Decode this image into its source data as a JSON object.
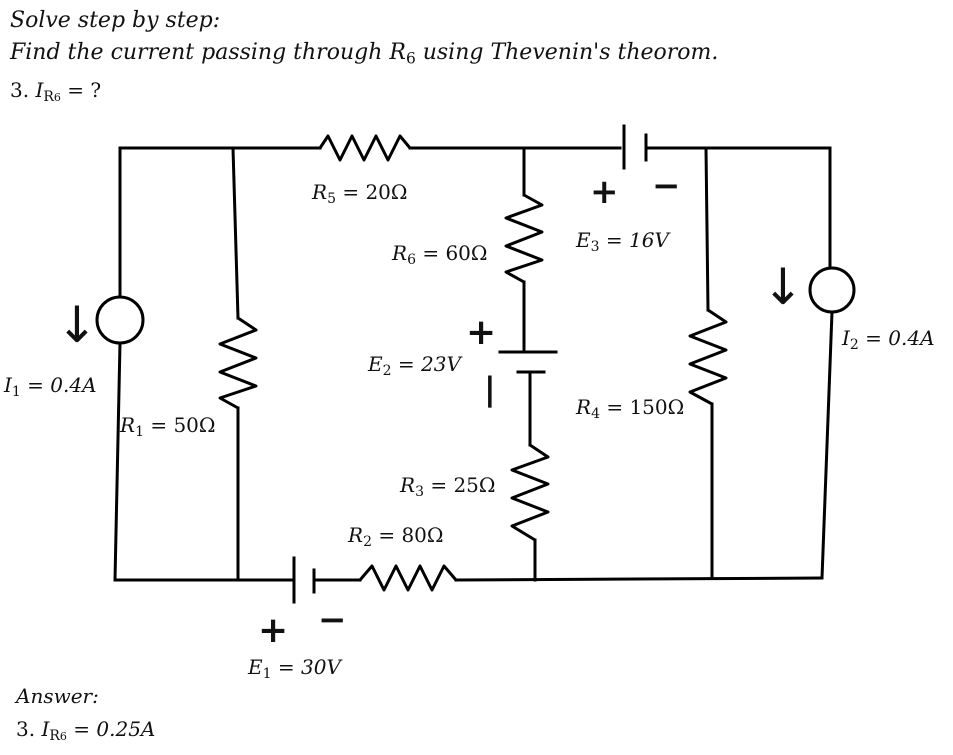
{
  "problem": {
    "instruction": "Solve step by step:",
    "statement_prefix": "Find the current passing through R",
    "statement_sub": "6",
    "statement_suffix": " using Thevenin's theorom.",
    "question_number": "3.",
    "question_var": "I",
    "question_sub_r": "R",
    "question_sub_n": "6",
    "question_rest": " = ?"
  },
  "components": {
    "R1": {
      "sym": "R",
      "sub": "1",
      "eq": " = 50Ω"
    },
    "R2": {
      "sym": "R",
      "sub": "2",
      "eq": " = 80Ω"
    },
    "R3": {
      "sym": "R",
      "sub": "3",
      "eq": " = 25Ω"
    },
    "R4": {
      "sym": "R",
      "sub": "4",
      "eq": " = 150Ω"
    },
    "R5": {
      "sym": "R",
      "sub": "5",
      "eq": " = 20Ω"
    },
    "R6": {
      "sym": "R",
      "sub": "6",
      "eq": " = 60Ω"
    },
    "E1": {
      "sym": "E",
      "sub": "1",
      "eq": " = 30V"
    },
    "E2": {
      "sym": "E",
      "sub": "2",
      "eq": " = 23V"
    },
    "E3": {
      "sym": "E",
      "sub": "3",
      "eq": " = 16V"
    },
    "I1": {
      "sym": "I",
      "sub": "1",
      "eq": " = 0.4A"
    },
    "I2": {
      "sym": "I",
      "sub": "2",
      "eq": " = 0.4A"
    }
  },
  "polarity": {
    "plus": "+",
    "minus": "−",
    "e2_minus": "|"
  },
  "arrows": {
    "down": "↓"
  },
  "answer": {
    "heading": "Answer:",
    "number": "3.",
    "var": "I",
    "sub_r": "R",
    "sub_n": "6",
    "eq": " = ",
    "value": "0.25A"
  }
}
